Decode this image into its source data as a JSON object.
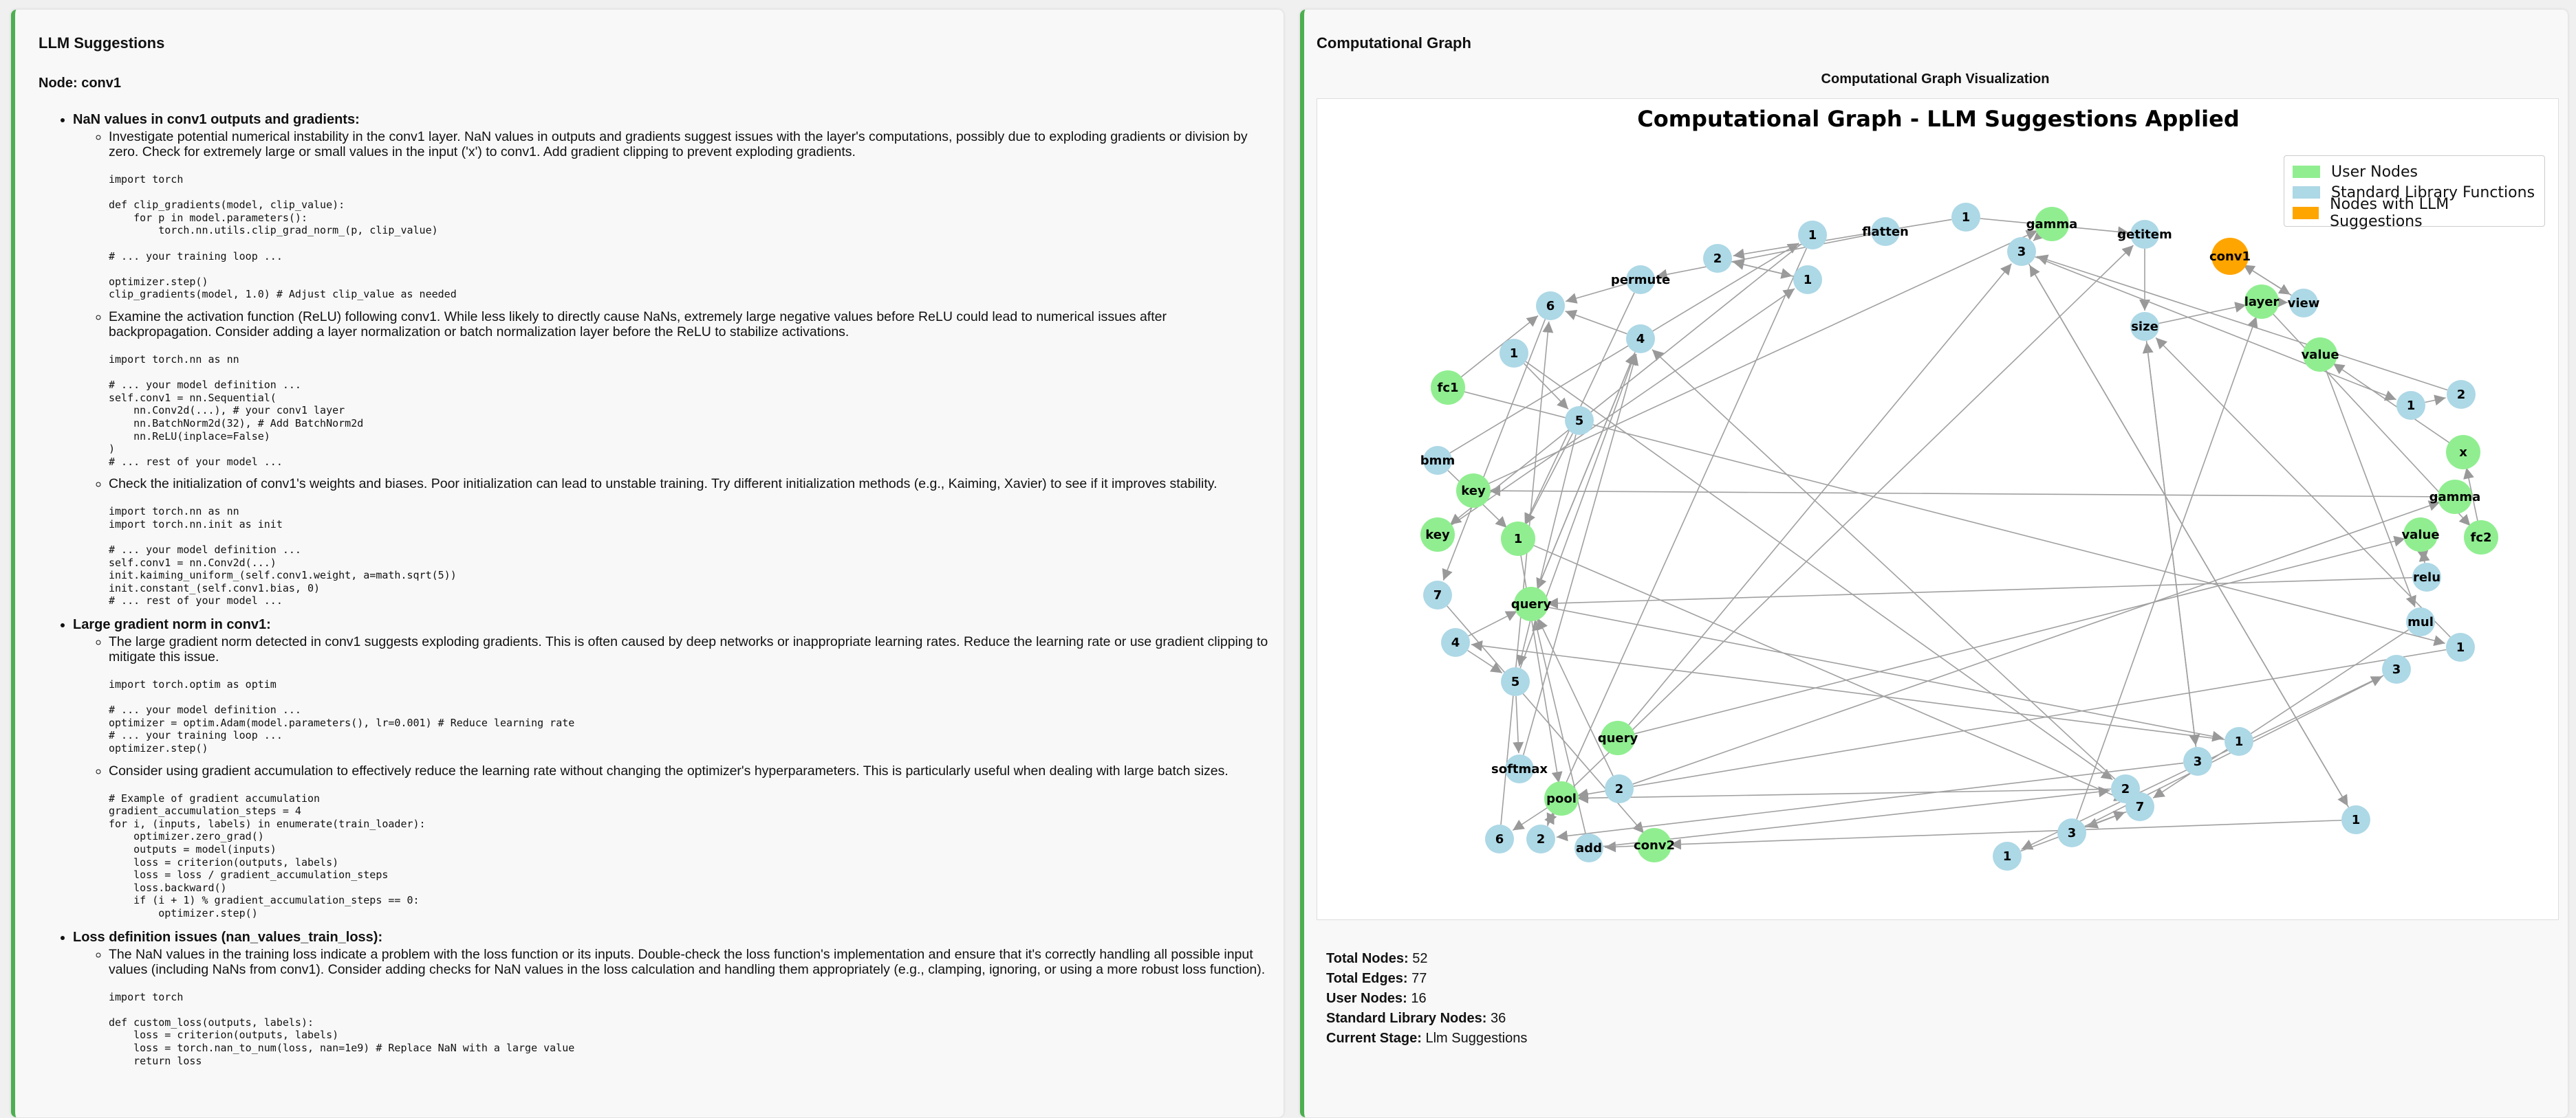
{
  "left": {
    "title": "LLM Suggestions",
    "node_label": "Node: conv1",
    "issues": [
      {
        "title": "NaN values in conv1 outputs and gradients:",
        "suggestions": [
          {
            "text": "Investigate potential numerical instability in the conv1 layer. NaN values in outputs and gradients suggest issues with the layer's computations, possibly due to exploding gradients or division by zero. Check for extremely large or small values in the input ('x') to conv1. Add gradient clipping to prevent exploding gradients.",
            "code": "import torch\n\ndef clip_gradients(model, clip_value):\n    for p in model.parameters():\n        torch.nn.utils.clip_grad_norm_(p, clip_value)\n\n# ... your training loop ...\n\noptimizer.step()\nclip_gradients(model, 1.0) # Adjust clip_value as needed"
          },
          {
            "text": "Examine the activation function (ReLU) following conv1. While less likely to directly cause NaNs, extremely large negative values before ReLU could lead to numerical issues after backpropagation. Consider adding a layer normalization or batch normalization layer before the ReLU to stabilize activations.",
            "code": "import torch.nn as nn\n\n# ... your model definition ...\nself.conv1 = nn.Sequential(\n    nn.Conv2d(...), # your conv1 layer\n    nn.BatchNorm2d(32), # Add BatchNorm2d\n    nn.ReLU(inplace=False)\n)\n# ... rest of your model ..."
          },
          {
            "text": "Check the initialization of conv1's weights and biases. Poor initialization can lead to unstable training. Try different initialization methods (e.g., Kaiming, Xavier) to see if it improves stability.",
            "code": "import torch.nn as nn\nimport torch.nn.init as init\n\n# ... your model definition ...\nself.conv1 = nn.Conv2d(...)\ninit.kaiming_uniform_(self.conv1.weight, a=math.sqrt(5))\ninit.constant_(self.conv1.bias, 0)\n# ... rest of your model ..."
          }
        ]
      },
      {
        "title": "Large gradient norm in conv1:",
        "suggestions": [
          {
            "text": "The large gradient norm detected in conv1 suggests exploding gradients. This is often caused by deep networks or inappropriate learning rates. Reduce the learning rate or use gradient clipping to mitigate this issue.",
            "code": "import torch.optim as optim\n\n# ... your model definition ...\noptimizer = optim.Adam(model.parameters(), lr=0.001) # Reduce learning rate\n# ... your training loop ...\noptimizer.step()"
          },
          {
            "text": "Consider using gradient accumulation to effectively reduce the learning rate without changing the optimizer's hyperparameters. This is particularly useful when dealing with large batch sizes.",
            "code": "# Example of gradient accumulation\ngradient_accumulation_steps = 4\nfor i, (inputs, labels) in enumerate(train_loader):\n    optimizer.zero_grad()\n    outputs = model(inputs)\n    loss = criterion(outputs, labels)\n    loss = loss / gradient_accumulation_steps\n    loss.backward()\n    if (i + 1) % gradient_accumulation_steps == 0:\n        optimizer.step()"
          }
        ]
      },
      {
        "title": "Loss definition issues (nan_values_train_loss):",
        "suggestions": [
          {
            "text": "The NaN values in the training loss indicate a problem with the loss function or its inputs. Double-check the loss function's implementation and ensure that it's correctly handling all possible input values (including NaNs from conv1). Consider adding checks for NaN values in the loss calculation and handling them appropriately (e.g., clamping, ignoring, or using a more robust loss function).",
            "code": "import torch\n\ndef custom_loss(outputs, labels):\n    loss = criterion(outputs, labels)\n    loss = torch.nan_to_num(loss, nan=1e9) # Replace NaN with a large value\n    return loss"
          }
        ]
      }
    ]
  },
  "right": {
    "title": "Computational Graph",
    "subtitle": "Computational Graph Visualization",
    "graph_title": "Computational Graph - LLM Suggestions Applied",
    "legend": [
      {
        "label": "User Nodes",
        "color": "#90ee90"
      },
      {
        "label": "Standard Library Functions",
        "color": "#add8e6"
      },
      {
        "label": "Nodes with LLM Suggestions",
        "color": "#ffa500"
      }
    ],
    "stats": [
      {
        "label": "Total Nodes:",
        "value": "52"
      },
      {
        "label": "Total Edges:",
        "value": "77"
      },
      {
        "label": "User Nodes:",
        "value": "16"
      },
      {
        "label": "Standard Library Nodes:",
        "value": "36"
      },
      {
        "label": "Current Stage:",
        "value": "Llm Suggestions"
      }
    ]
  },
  "graph": {
    "colors": {
      "user": "#90ee90",
      "std": "#add8e6",
      "llm": "#ffa500",
      "edge": "#a0a0a0"
    },
    "nodes": [
      {
        "id": "n0",
        "label": "1",
        "type": "std"
      },
      {
        "id": "n1",
        "label": "flatten",
        "type": "std"
      },
      {
        "id": "n2",
        "label": "1",
        "type": "std"
      },
      {
        "id": "n3",
        "label": "gamma",
        "type": "user"
      },
      {
        "id": "n4",
        "label": "3",
        "type": "std"
      },
      {
        "id": "n5",
        "label": "getitem",
        "type": "std"
      },
      {
        "id": "n6",
        "label": "conv1",
        "type": "llm"
      },
      {
        "id": "n7",
        "label": "2",
        "type": "std"
      },
      {
        "id": "n8",
        "label": "1",
        "type": "std"
      },
      {
        "id": "n9",
        "label": "permute",
        "type": "std"
      },
      {
        "id": "n10",
        "label": "layer",
        "type": "user"
      },
      {
        "id": "n11",
        "label": "view",
        "type": "std"
      },
      {
        "id": "n12",
        "label": "6",
        "type": "std"
      },
      {
        "id": "n13",
        "label": "size",
        "type": "std"
      },
      {
        "id": "n14",
        "label": "4",
        "type": "std"
      },
      {
        "id": "n15",
        "label": "value",
        "type": "user"
      },
      {
        "id": "n16",
        "label": "1",
        "type": "std"
      },
      {
        "id": "n17",
        "label": "fc1",
        "type": "user"
      },
      {
        "id": "n18",
        "label": "2",
        "type": "std"
      },
      {
        "id": "n19",
        "label": "1",
        "type": "std"
      },
      {
        "id": "n20",
        "label": "5",
        "type": "std"
      },
      {
        "id": "n21",
        "label": "x",
        "type": "user"
      },
      {
        "id": "n22",
        "label": "bmm",
        "type": "std"
      },
      {
        "id": "n23",
        "label": "key",
        "type": "user"
      },
      {
        "id": "n24",
        "label": "gamma",
        "type": "user"
      },
      {
        "id": "n25",
        "label": "key",
        "type": "user"
      },
      {
        "id": "n26",
        "label": "1",
        "type": "user"
      },
      {
        "id": "n27",
        "label": "value",
        "type": "user"
      },
      {
        "id": "n28",
        "label": "fc2",
        "type": "user"
      },
      {
        "id": "n29",
        "label": "relu",
        "type": "std"
      },
      {
        "id": "n30",
        "label": "7",
        "type": "std"
      },
      {
        "id": "n31",
        "label": "query",
        "type": "user"
      },
      {
        "id": "n32",
        "label": "mul",
        "type": "std"
      },
      {
        "id": "n33",
        "label": "4",
        "type": "std"
      },
      {
        "id": "n34",
        "label": "1",
        "type": "std"
      },
      {
        "id": "n35",
        "label": "3",
        "type": "std"
      },
      {
        "id": "n36",
        "label": "5",
        "type": "std"
      },
      {
        "id": "n37",
        "label": "1",
        "type": "std"
      },
      {
        "id": "n38",
        "label": "3",
        "type": "std"
      },
      {
        "id": "n39",
        "label": "query",
        "type": "user"
      },
      {
        "id": "n40",
        "label": "softmax",
        "type": "std"
      },
      {
        "id": "n41",
        "label": "2",
        "type": "std"
      },
      {
        "id": "n42",
        "label": "2",
        "type": "std"
      },
      {
        "id": "n43",
        "label": "7",
        "type": "std"
      },
      {
        "id": "n44",
        "label": "1",
        "type": "std"
      },
      {
        "id": "n45",
        "label": "pool",
        "type": "user"
      },
      {
        "id": "n46",
        "label": "6",
        "type": "std"
      },
      {
        "id": "n47",
        "label": "2",
        "type": "std"
      },
      {
        "id": "n48",
        "label": "add",
        "type": "std"
      },
      {
        "id": "n49",
        "label": "conv2",
        "type": "user"
      },
      {
        "id": "n50",
        "label": "3",
        "type": "std"
      },
      {
        "id": "n51",
        "label": "1",
        "type": "std"
      }
    ],
    "edges": [
      [
        "n0",
        "n47"
      ],
      [
        "n1",
        "n9"
      ],
      [
        "n2",
        "n5"
      ],
      [
        "n3",
        "n4"
      ],
      [
        "n4",
        "n44"
      ],
      [
        "n5",
        "n13"
      ],
      [
        "n6",
        "n11"
      ],
      [
        "n7",
        "n8"
      ],
      [
        "n8",
        "n7"
      ],
      [
        "n9",
        "n12"
      ],
      [
        "n10",
        "n11"
      ],
      [
        "n11",
        "n6"
      ],
      [
        "n12",
        "n30"
      ],
      [
        "n13",
        "n10"
      ],
      [
        "n14",
        "n31"
      ],
      [
        "n15",
        "n32"
      ],
      [
        "n16",
        "n42"
      ],
      [
        "n17",
        "n12"
      ],
      [
        "n18",
        "n4"
      ],
      [
        "n19",
        "n18"
      ],
      [
        "n20",
        "n26"
      ],
      [
        "n21",
        "n15"
      ],
      [
        "n22",
        "n0"
      ],
      [
        "n23",
        "n3"
      ],
      [
        "n24",
        "n23"
      ],
      [
        "n25",
        "n8"
      ],
      [
        "n26",
        "n45"
      ],
      [
        "n27",
        "n29"
      ],
      [
        "n28",
        "n21"
      ],
      [
        "n29",
        "n31"
      ],
      [
        "n30",
        "n49"
      ],
      [
        "n31",
        "n14"
      ],
      [
        "n32",
        "n43"
      ],
      [
        "n33",
        "n36"
      ],
      [
        "n34",
        "n45"
      ],
      [
        "n35",
        "n51"
      ],
      [
        "n36",
        "n40"
      ],
      [
        "n37",
        "n33"
      ],
      [
        "n38",
        "n13"
      ],
      [
        "n39",
        "n4"
      ],
      [
        "n40",
        "n14"
      ],
      [
        "n41",
        "n31"
      ],
      [
        "n42",
        "n14"
      ],
      [
        "n43",
        "n50"
      ],
      [
        "n44",
        "n4"
      ],
      [
        "n45",
        "n46"
      ],
      [
        "n46",
        "n12"
      ],
      [
        "n47",
        "n45"
      ],
      [
        "n48",
        "n31"
      ],
      [
        "n49",
        "n48"
      ],
      [
        "n50",
        "n35"
      ],
      [
        "n51",
        "n43"
      ],
      [
        "n0",
        "n25"
      ],
      [
        "n2",
        "n7"
      ],
      [
        "n4",
        "n19"
      ],
      [
        "n9",
        "n26"
      ],
      [
        "n10",
        "n28"
      ],
      [
        "n13",
        "n38"
      ],
      [
        "n14",
        "n12"
      ],
      [
        "n16",
        "n20"
      ],
      [
        "n17",
        "n34"
      ],
      [
        "n20",
        "n36"
      ],
      [
        "n22",
        "n26"
      ],
      [
        "n26",
        "n43"
      ],
      [
        "n29",
        "n27"
      ],
      [
        "n31",
        "n37"
      ],
      [
        "n33",
        "n31"
      ],
      [
        "n34",
        "n13"
      ],
      [
        "n36",
        "n14"
      ],
      [
        "n38",
        "n47"
      ],
      [
        "n39",
        "n27"
      ],
      [
        "n42",
        "n45"
      ],
      [
        "n44",
        "n49"
      ],
      [
        "n45",
        "n5"
      ],
      [
        "n48",
        "n42"
      ],
      [
        "n50",
        "n10"
      ],
      [
        "n41",
        "n24"
      ]
    ]
  }
}
